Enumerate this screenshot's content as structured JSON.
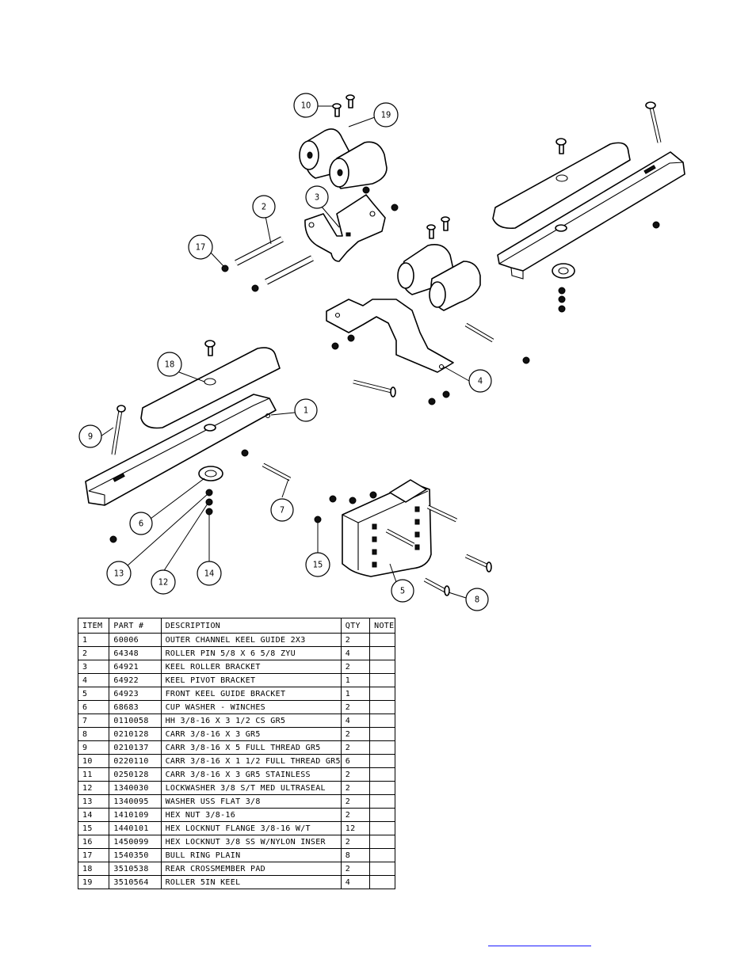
{
  "callouts": [
    "1",
    "2",
    "3",
    "4",
    "5",
    "6",
    "7",
    "8",
    "9",
    "10",
    "12",
    "13",
    "14",
    "15",
    "17",
    "18",
    "19"
  ],
  "bom": {
    "headers": [
      "ITEM",
      "PART #",
      "DESCRIPTION",
      "QTY",
      "NOTE"
    ],
    "rows": [
      [
        "1",
        "60006",
        "OUTER CHANNEL KEEL GUIDE 2X3",
        "2",
        ""
      ],
      [
        "2",
        "64348",
        "ROLLER PIN 5/8 X 6 5/8 ZYU",
        "4",
        ""
      ],
      [
        "3",
        "64921",
        "KEEL ROLLER BRACKET",
        "2",
        ""
      ],
      [
        "4",
        "64922",
        "KEEL PIVOT BRACKET",
        "1",
        ""
      ],
      [
        "5",
        "64923",
        "FRONT KEEL GUIDE BRACKET",
        "1",
        ""
      ],
      [
        "6",
        "68683",
        "CUP WASHER - WINCHES",
        "2",
        ""
      ],
      [
        "7",
        "0110058",
        "HH 3/8-16 X 3 1/2 CS GR5",
        "4",
        ""
      ],
      [
        "8",
        "0210128",
        "CARR 3/8-16 X 3 GR5",
        "2",
        ""
      ],
      [
        "9",
        "0210137",
        "CARR 3/8-16 X 5 FULL THREAD GR5",
        "2",
        ""
      ],
      [
        "10",
        "0220110",
        "CARR 3/8-16 X 1 1/2 FULL THREAD GR5",
        "6",
        ""
      ],
      [
        "11",
        "0250128",
        "CARR 3/8-16 X 3 GR5 STAINLESS",
        "2",
        ""
      ],
      [
        "12",
        "1340030",
        "LOCKWASHER 3/8 S/T MED ULTRASEAL",
        "2",
        ""
      ],
      [
        "13",
        "1340095",
        "WASHER USS FLAT 3/8",
        "2",
        ""
      ],
      [
        "14",
        "1410109",
        "HEX NUT 3/8-16",
        "2",
        ""
      ],
      [
        "15",
        "1440101",
        "HEX LOCKNUT FLANGE 3/8-16 W/T",
        "12",
        ""
      ],
      [
        "16",
        "1450099",
        "HEX LOCKNUT 3/8 SS W/NYLON INSER",
        "2",
        ""
      ],
      [
        "17",
        "1540350",
        "BULL RING PLAIN",
        "8",
        ""
      ],
      [
        "18",
        "3510538",
        "REAR CROSSMEMBER PAD",
        "2",
        ""
      ],
      [
        "19",
        "3510564",
        "ROLLER 5IN KEEL",
        "4",
        ""
      ]
    ]
  }
}
